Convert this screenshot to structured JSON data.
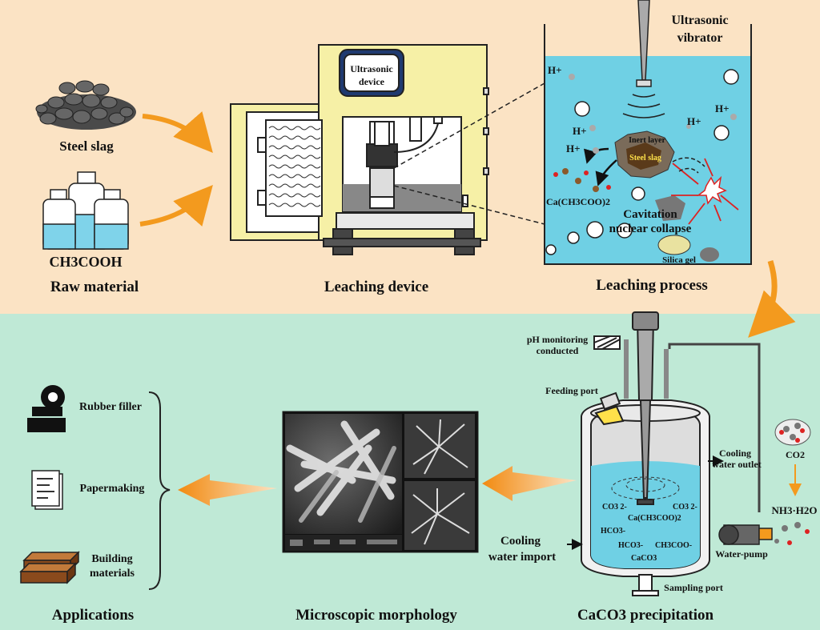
{
  "colors": {
    "top_bg": "#fbe3c4",
    "bottom_bg": "#bfe9d6",
    "water": "#6fd0e4",
    "arrow_orange": "#f39a1e",
    "slag": "#555555",
    "bottle_liquid": "#7fd3ea"
  },
  "raw": {
    "steel_slag": "Steel slag",
    "acid": "CH3COOH",
    "section": "Raw material"
  },
  "leaching_device": {
    "screen_line1": "Ultrasonic",
    "screen_line2": "device",
    "section": "Leaching device"
  },
  "leaching_process": {
    "vibrator_line1": "Ultrasonic",
    "vibrator_line2": "vibrator",
    "h_plus": "H+",
    "inert_layer": "Inert layer",
    "steel_slag": "Steel slag",
    "calcium_acetate": "Ca(CH3COO)2",
    "cavitation_line1": "Cavitation",
    "cavitation_line2": "nuclear collapse",
    "silica_gel": "Silica gel",
    "section": "Leaching process"
  },
  "precipitation": {
    "ph_line1": "pH monitoring",
    "ph_line2": "conducted",
    "feeding_port": "Feeding port",
    "cooling_outlet_line1": "Cooling",
    "cooling_outlet_line2": "water outlet",
    "cooling_import_line1": "Cooling",
    "cooling_import_line2": "water import",
    "water_pump": "Water-pump",
    "sampling_port": "Sampling port",
    "co2": "CO2",
    "nh3": "NH3·H2O",
    "ions": [
      "CO3 2-",
      "Ca(CH3COO)2",
      "CO3 2-",
      "HCO3-",
      "HCO3-",
      "CH3COO-",
      "CaCO3"
    ],
    "section": "CaCO3 precipitation"
  },
  "microscopy": {
    "section": "Microscopic morphology"
  },
  "applications": {
    "items": [
      "Rubber filler",
      "Papermaking",
      "Building materials"
    ],
    "section": "Applications"
  }
}
